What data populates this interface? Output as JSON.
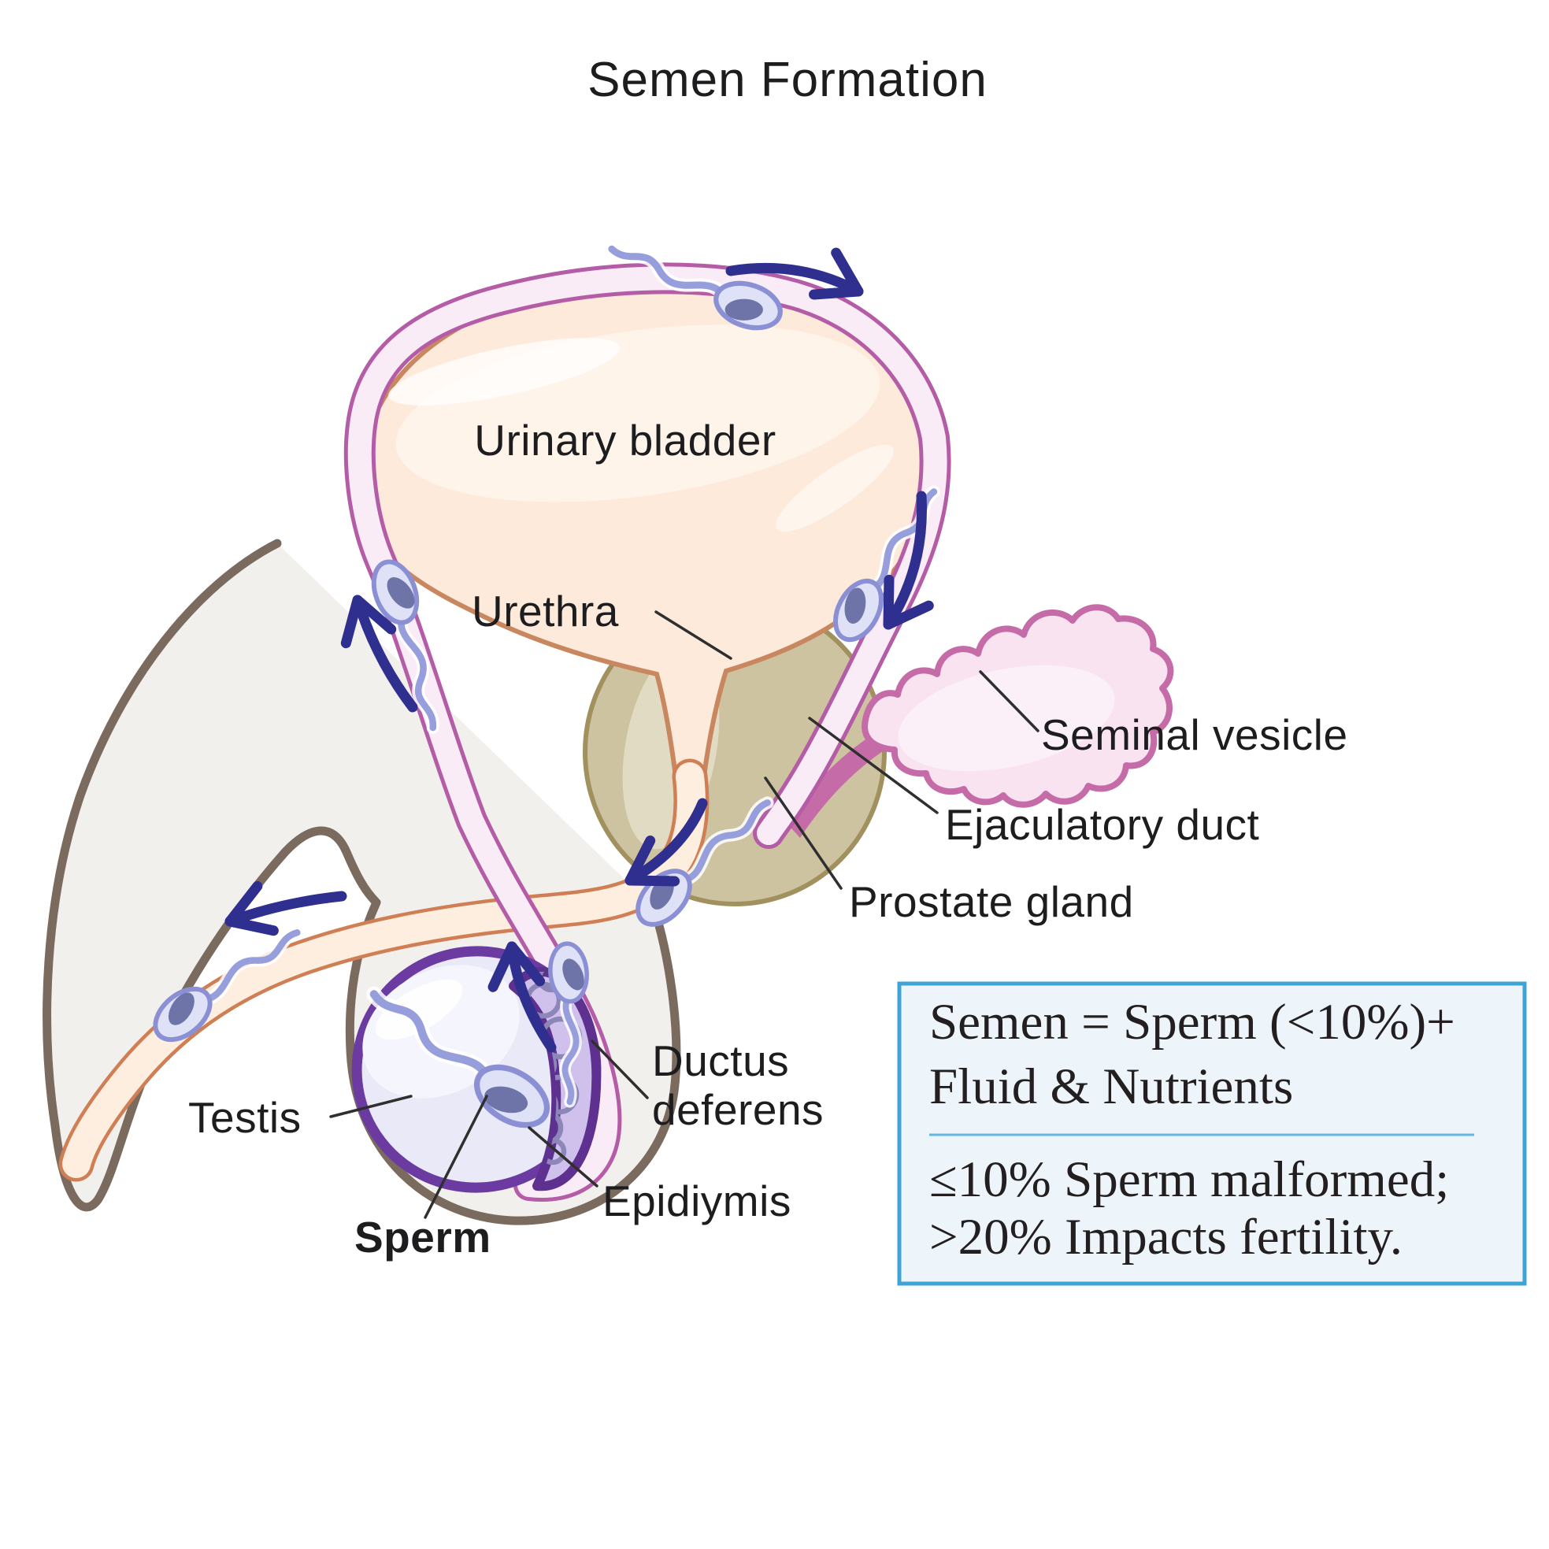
{
  "title": "Semen Formation",
  "labels": {
    "urinary_bladder": "Urinary bladder",
    "urethra": "Urethra",
    "seminal_vesicle": "Seminal vesicle",
    "ejaculatory_duct": "Ejaculatory duct",
    "prostate_gland": "Prostate gland",
    "ductus_line1": "Ductus",
    "ductus_line2": "deferens",
    "testis": "Testis",
    "sperm": "Sperm",
    "epididymis": "Epidiymis"
  },
  "info_box": {
    "formula_line1": "Semen = Sperm (<10%)+",
    "formula_line2": "Fluid & Nutrients",
    "note_line1": "≤10%  Sperm malformed;",
    "note_line2": ">20%  Impacts fertility."
  },
  "colors": {
    "background": "#ffffff",
    "title_text": "#1d1d1f",
    "label_text": "#1d1d1f",
    "leader": "#2f2f2f",
    "bladder_fill": "#fdeadb",
    "bladder_stroke": "#c8875f",
    "urethra_fill": "#fdeee0",
    "urethra_stroke": "#d07e54",
    "duct_fill": "#f9ecf7",
    "duct_stroke": "#b55ca6",
    "prostate_fill": "#cdc3a0",
    "prostate_stroke": "#a1915e",
    "vesicle_fill": "#f9e3f1",
    "vesicle_stroke": "#c56ca8",
    "testis_fill": "#e9e9f8",
    "testis_stroke": "#6b3ba1",
    "epididymis_fill": "#cfc0ec",
    "epididymis_stroke": "#5e3190",
    "coil_stroke": "#8d87b8",
    "body_fill": "#f2f0ed",
    "body_stroke": "#7b6b5f",
    "sperm_head": "#dfe2f7",
    "sperm_outline": "#8a90d3",
    "sperm_nucleus": "#6f74a8",
    "sperm_tail": "#969fdb",
    "arrow": "#2e2f8f",
    "box_fill": "#eef5fa",
    "box_border": "#3ea4d7",
    "box_divider": "#63b6e0",
    "box_text": "#231f20"
  }
}
